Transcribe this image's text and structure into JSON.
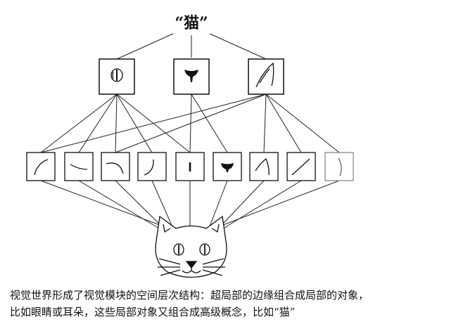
{
  "diagram": {
    "top_label": "“猫”"
  },
  "caption": {
    "line1": "视觉世界形成了视觉模块的空间层次结构：超局部的边缘组合成局部的对象，",
    "line2": "比如眼睛或耳朵，这些局部对象又组合成高级概念，比如“猫”"
  }
}
